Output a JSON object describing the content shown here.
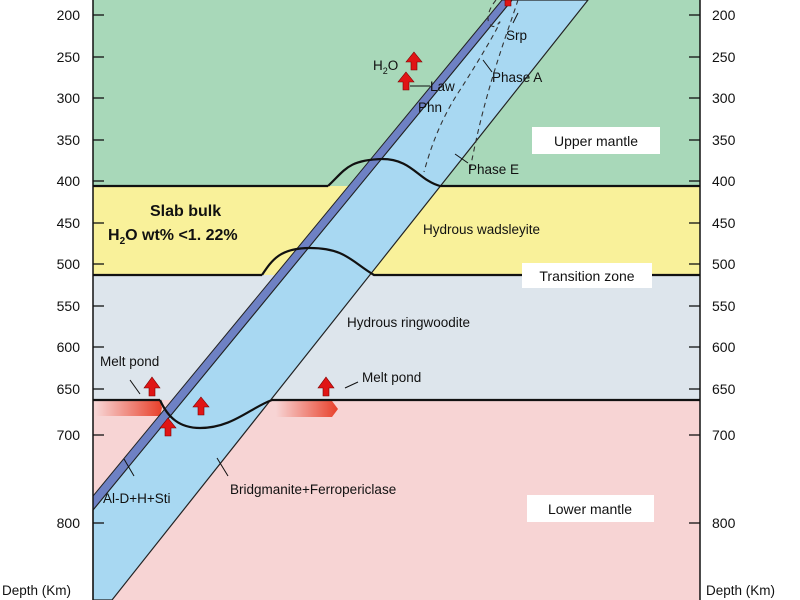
{
  "axis": {
    "title": "Depth (Km)",
    "ticks": [
      "200",
      "250",
      "300",
      "350",
      "400",
      "450",
      "500",
      "550",
      "600",
      "650",
      "700",
      "800"
    ]
  },
  "labels": {
    "srp": "Srp",
    "phase_a": "Phase A",
    "h2o_main": "H",
    "h2o_sub": "2",
    "h2o_end": "O",
    "law": "Law",
    "phn": "Phn",
    "phase_e": "Phase E",
    "slab_bulk": "Slab bulk",
    "slab_h2o_main": "H",
    "slab_h2o_sub": "2",
    "slab_h2o_rest": "O  wt% <1. 22%",
    "hydrous_wadsleyite": "Hydrous wadsleyite",
    "hydrous_ringwoodite": "Hydrous ringwoodite",
    "melt_pond_left": "Melt pond",
    "melt_pond_right": "Melt pond",
    "bridgmanite": "Bridgmanite+Ferropericlase",
    "al_d": "Al-D+H+Sti"
  },
  "zones": {
    "upper_mantle": "Upper mantle",
    "transition_zone": "Transition zone",
    "lower_mantle": "Lower mantle"
  },
  "colors": {
    "upper_mantle": "#a8d8b9",
    "transition_zone": "#f9f19a",
    "lower_transition": "#dde5ec",
    "lower_mantle": "#f7d4d4",
    "slab": "#a8d8f2",
    "slab_crust": "#6e81c4",
    "arrow": "#e01515"
  }
}
